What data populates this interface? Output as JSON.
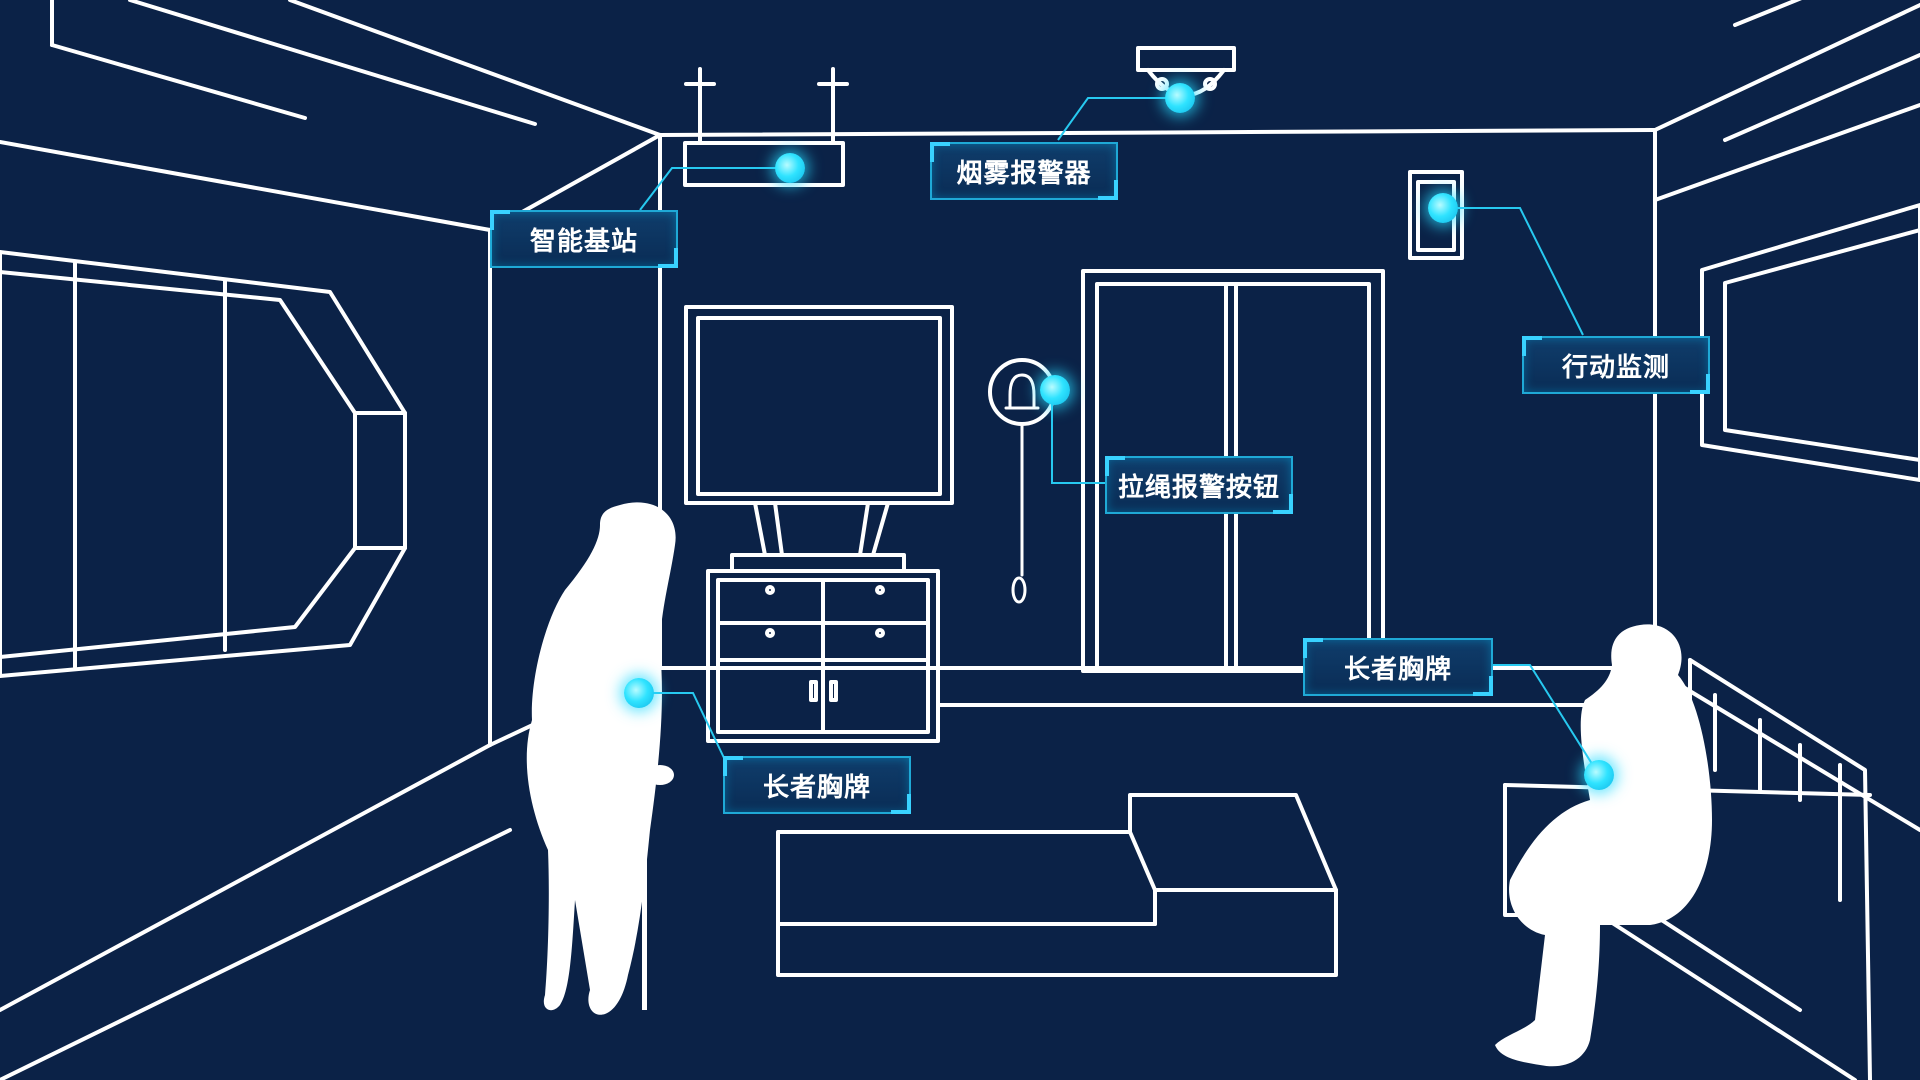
{
  "colors": {
    "background": "#0b2247",
    "line": "#ffffff",
    "accent": "#2fe3ff",
    "label_bg": "#0d3563",
    "label_border": "#1fa9d6"
  },
  "labels": {
    "base_station": "智能基站",
    "smoke_alarm": "烟雾报警器",
    "motion_monitor": "行动监测",
    "pull_cord_button": "拉绳报警按钮",
    "badge_right": "长者胸牌",
    "badge_left": "长者胸牌"
  },
  "icons": {
    "smoke_alarm": "smoke-detector-icon",
    "pull_cord": "bell-icon",
    "base_station": "antenna-icon",
    "motion": "motion-sensor-icon"
  }
}
